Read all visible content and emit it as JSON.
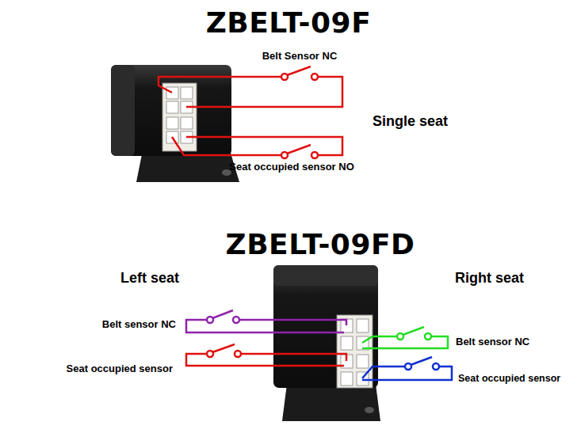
{
  "diagram": {
    "title": "ZBELT-09F",
    "labels": [
      "Belt Sensor NC",
      "Single seat",
      "Seat occupied sensor NO",
      "ZBELT-09FD",
      "Left seat",
      "Right seat",
      "Belt sensor NC",
      "Seat occupied sensor",
      "Belt sensor NC",
      "Seat occupied sensor"
    ]
  }
}
